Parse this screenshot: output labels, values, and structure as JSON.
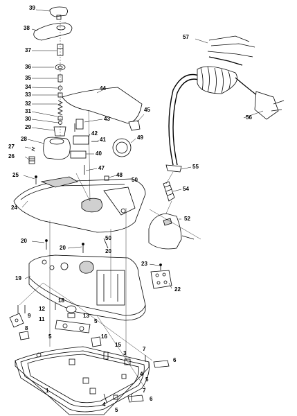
{
  "parts": {
    "p1": "1",
    "p3": "3",
    "p4a": "4",
    "p4b": "4",
    "p5a": "5",
    "p5b": "5",
    "p5c": "5",
    "p5d": "5",
    "p6a": "6",
    "p6b": "6",
    "p7a": "7",
    "p7b": "7",
    "p8": "8",
    "p9": "9",
    "p11": "11",
    "p12": "12",
    "p13": "13",
    "p15": "15",
    "p16": "16",
    "p18": "18",
    "p19": "19",
    "p20a": "20",
    "p20b": "20",
    "p20c": "20",
    "p22": "22",
    "p23": "23",
    "p24": "24",
    "p25": "25",
    "p26": "26",
    "p27": "27",
    "p28": "28",
    "p29": "29",
    "p30": "30",
    "p31": "31",
    "p32": "32",
    "p33": "33",
    "p34": "34",
    "p35": "35",
    "p36": "36",
    "p37": "37",
    "p38": "38",
    "p39": "39",
    "p40": "40",
    "p41": "41",
    "p42": "42",
    "p43": "43",
    "p44": "44",
    "p45": "45",
    "p47": "47",
    "p48": "48",
    "p49": "49",
    "p50a": "50",
    "p50b": "50",
    "p52": "52",
    "p54": "54",
    "p55": "55",
    "p56": "56",
    "p57": "57"
  },
  "colors": {
    "line": "#000000",
    "background": "#ffffff",
    "shade": "#d0d0d0"
  }
}
